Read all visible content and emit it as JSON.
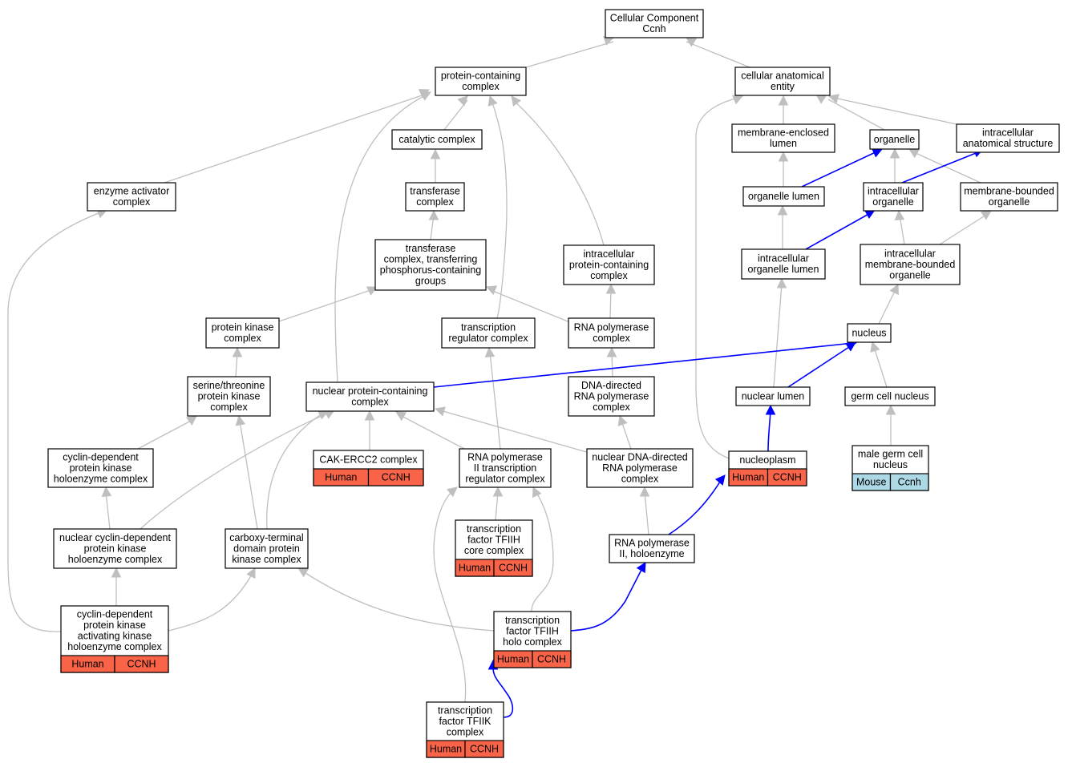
{
  "colors": {
    "human": "#f96449",
    "mouse": "#add8e6",
    "edge": "#bfbfbf",
    "highlight": "#0000ff"
  },
  "nodes": {
    "cc": {
      "lines": [
        "Cellular Component",
        "Ccnh"
      ]
    },
    "pcc": {
      "lines": [
        "protein-containing",
        "complex"
      ]
    },
    "cae": {
      "lines": [
        "cellular anatomical",
        "entity"
      ]
    },
    "cat": {
      "lines": [
        "catalytic complex"
      ]
    },
    "mel": {
      "lines": [
        "membrane-enclosed",
        "lumen"
      ]
    },
    "org": {
      "lines": [
        "organelle"
      ]
    },
    "ias": {
      "lines": [
        "intracellular",
        "anatomical structure"
      ]
    },
    "eac": {
      "lines": [
        "enzyme activator",
        "complex"
      ]
    },
    "trc": {
      "lines": [
        "transferase",
        "complex"
      ]
    },
    "orl": {
      "lines": [
        "organelle lumen"
      ]
    },
    "io": {
      "lines": [
        "intracellular",
        "organelle"
      ]
    },
    "mbo": {
      "lines": [
        "membrane-bounded",
        "organelle"
      ]
    },
    "tcp": {
      "lines": [
        "transferase",
        "complex, transferring",
        "phosphorus-containing",
        "groups"
      ]
    },
    "ipc": {
      "lines": [
        "intracellular",
        "protein-containing",
        "complex"
      ]
    },
    "iol": {
      "lines": [
        "intracellular",
        "organelle lumen"
      ]
    },
    "imbo": {
      "lines": [
        "intracellular",
        "membrane-bounded",
        "organelle"
      ]
    },
    "pkc": {
      "lines": [
        "protein kinase",
        "complex"
      ]
    },
    "trg": {
      "lines": [
        "transcription",
        "regulator complex"
      ]
    },
    "rnp": {
      "lines": [
        "RNA polymerase",
        "complex"
      ]
    },
    "nuc": {
      "lines": [
        "nucleus"
      ]
    },
    "stp": {
      "lines": [
        "serine/threonine",
        "protein kinase",
        "complex"
      ]
    },
    "npc": {
      "lines": [
        "nuclear protein-containing",
        "complex"
      ]
    },
    "ddr": {
      "lines": [
        "DNA-directed",
        "RNA polymerase",
        "complex"
      ]
    },
    "nl": {
      "lines": [
        "nuclear lumen"
      ]
    },
    "gcn": {
      "lines": [
        "germ cell nucleus"
      ]
    },
    "cdk": {
      "lines": [
        "cyclin-dependent",
        "protein kinase",
        "holoenzyme complex"
      ]
    },
    "cak": {
      "lines": [
        "CAK-ERCC2 complex"
      ],
      "tag": [
        "Human",
        "CCNH"
      ]
    },
    "rtr": {
      "lines": [
        "RNA polymerase",
        "II transcription",
        "regulator complex"
      ]
    },
    "ndr": {
      "lines": [
        "nuclear DNA-directed",
        "RNA polymerase",
        "complex"
      ]
    },
    "npl": {
      "lines": [
        "nucleoplasm"
      ],
      "tag": [
        "Human",
        "CCNH"
      ]
    },
    "mgc": {
      "lines": [
        "male germ cell",
        "nucleus"
      ],
      "tag": [
        "Mouse",
        "Ccnh"
      ],
      "species": "mouse"
    },
    "ncd": {
      "lines": [
        "nuclear cyclin-dependent",
        "protein kinase",
        "holoenzyme complex"
      ]
    },
    "ctd": {
      "lines": [
        "carboxy-terminal",
        "domain protein",
        "kinase complex"
      ]
    },
    "tfc": {
      "lines": [
        "transcription",
        "factor TFIIH",
        "core complex"
      ],
      "tag": [
        "Human",
        "CCNH"
      ]
    },
    "rph": {
      "lines": [
        "RNA polymerase",
        "II, holoenzyme"
      ]
    },
    "cak2": {
      "lines": [
        "cyclin-dependent",
        "protein kinase",
        "activating kinase",
        "holoenzyme complex"
      ],
      "tag": [
        "Human",
        "CCNH"
      ]
    },
    "tfh": {
      "lines": [
        "transcription",
        "factor TFIIH",
        "holo complex"
      ],
      "tag": [
        "Human",
        "CCNH"
      ]
    },
    "tfk": {
      "lines": [
        "transcription",
        "factor TFIIK",
        "complex"
      ],
      "tag": [
        "Human",
        "CCNH"
      ]
    }
  }
}
